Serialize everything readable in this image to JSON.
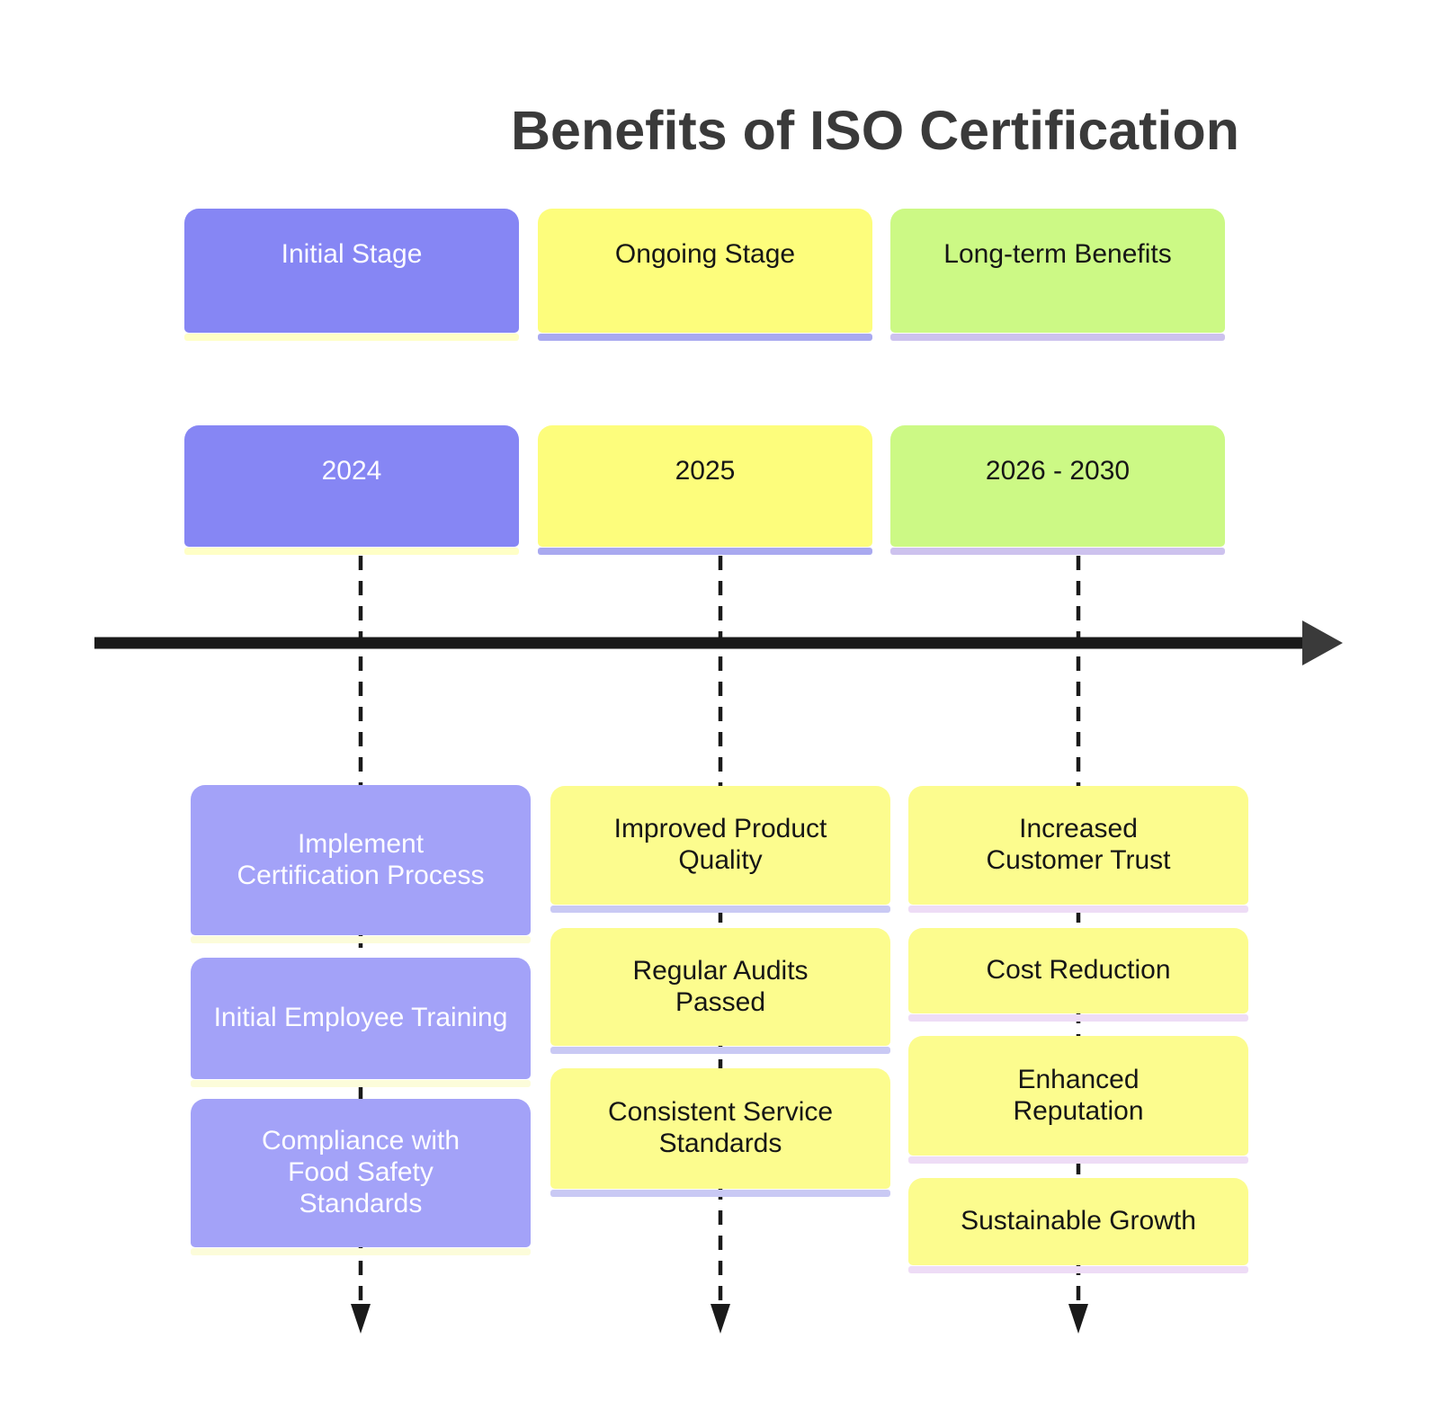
{
  "title": "Benefits of ISO Certification",
  "timeline": {
    "axis_color": "#1a1a1a",
    "columns": [
      {
        "stage": "Initial Stage",
        "period": "2024",
        "events": [
          "Implement Certification Process",
          "Initial Employee Training",
          "Compliance with Food Safety Standards"
        ],
        "colors": {
          "header": "#8686f4",
          "event": "#a3a2f8",
          "header_accent": "#ffffc6",
          "event_accent": "#fcfcda",
          "text": "#ffffff"
        }
      },
      {
        "stage": "Ongoing Stage",
        "period": "2025",
        "events": [
          "Improved Product Quality",
          "Regular Audits Passed",
          "Consistent Service Standards"
        ],
        "colors": {
          "header": "#fdfd7c",
          "event": "#fcfc8e",
          "header_accent": "#a9a9f0",
          "event_accent": "#c9c9f4",
          "text": "#161616"
        }
      },
      {
        "stage": "Long-term Benefits",
        "period": "2026 - 2030",
        "events": [
          "Increased Customer Trust",
          "Cost Reduction",
          "Enhanced Reputation",
          "Sustainable Growth"
        ],
        "colors": {
          "header": "#ccf985",
          "event": "#fcfc8e",
          "header_accent": "#cdc2ee",
          "event_accent": "#eedcf6",
          "text": "#161616"
        }
      }
    ]
  }
}
